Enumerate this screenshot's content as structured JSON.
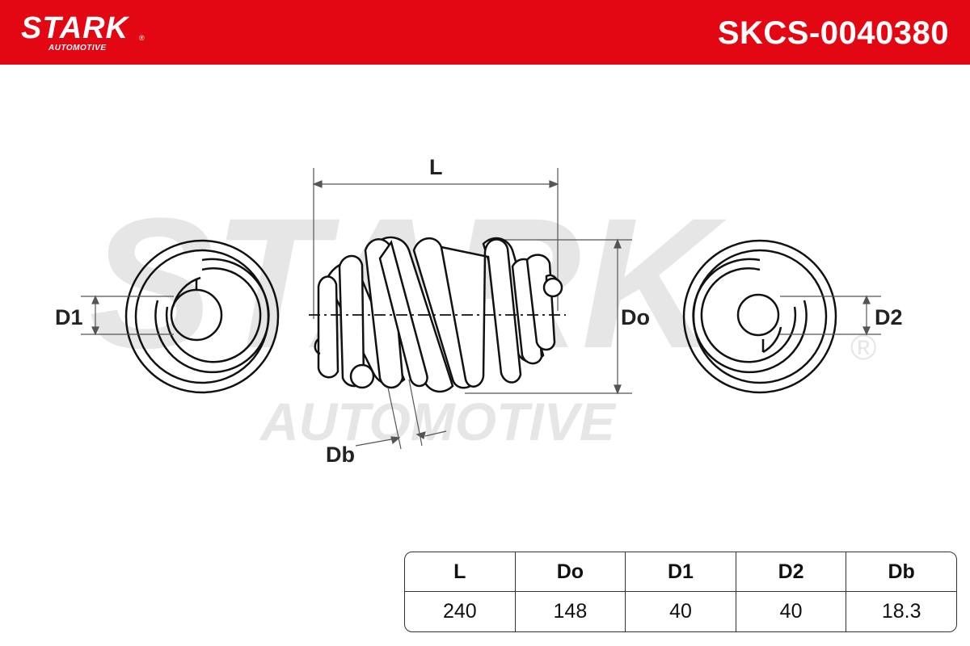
{
  "header": {
    "brand": "STARK",
    "brand_sub": "AUTOMOTIVE",
    "registered_mark": "®",
    "part_number": "SKCS-0040380",
    "background_color": "#e30613"
  },
  "watermark": {
    "brand": "STARK",
    "sub": "AUTOMOTIVE",
    "registered_mark": "®"
  },
  "diagram": {
    "labels": {
      "length": "L",
      "outer_diameter": "Do",
      "inner_diameter_1": "D1",
      "inner_diameter_2": "D2",
      "wire_diameter": "Db"
    }
  },
  "table": {
    "headers": [
      "L",
      "Do",
      "D1",
      "D2",
      "Db"
    ],
    "values": [
      "240",
      "148",
      "40",
      "40",
      "18.3"
    ]
  }
}
